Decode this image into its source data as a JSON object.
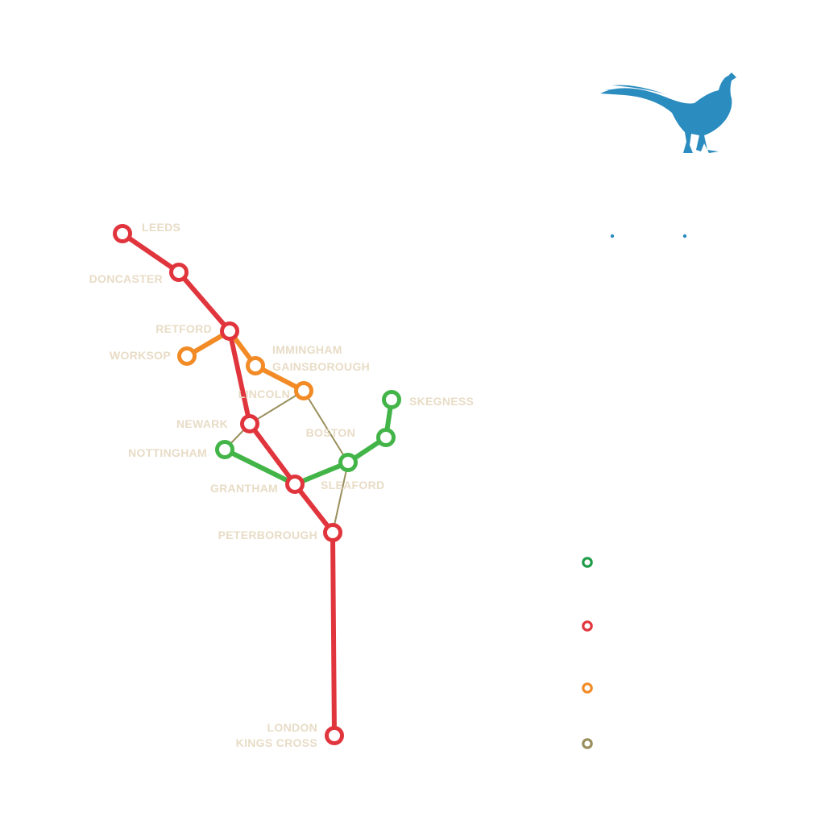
{
  "colors": {
    "background": "#ffffff",
    "label": "#e8dcc6",
    "green": "#43b548",
    "red": "#e1353d",
    "orange": "#f28b26",
    "olive": "#9a8f5c",
    "logo": "#2a8cbf"
  },
  "logo": {
    "icon": "pheasant-icon"
  },
  "stations": [
    {
      "id": "leeds",
      "name": "LEEDS"
    },
    {
      "id": "doncaster",
      "name": "DONCASTER"
    },
    {
      "id": "retford",
      "name": "RETFORD"
    },
    {
      "id": "worksop",
      "name": "WORKSOP"
    },
    {
      "id": "immingham",
      "name": "IMMINGHAM"
    },
    {
      "id": "gainsborough",
      "name": "GAINSBOROUGH"
    },
    {
      "id": "lincoln",
      "name": "LINCOLN"
    },
    {
      "id": "newark",
      "name": "NEWARK"
    },
    {
      "id": "nottingham",
      "name": "NOTTINGHAM"
    },
    {
      "id": "grantham",
      "name": "GRANTHAM"
    },
    {
      "id": "sleaford",
      "name": "SLEAFORD"
    },
    {
      "id": "boston",
      "name": "BOSTON"
    },
    {
      "id": "skegness",
      "name": "SKEGNESS"
    },
    {
      "id": "peterborough",
      "name": "PETERBOROUGH"
    },
    {
      "id": "london",
      "name": "LONDON\nKINGS CROSS"
    }
  ],
  "lines": [
    {
      "id": "red",
      "color": "#e1353d",
      "stops": [
        "leeds",
        "doncaster",
        "retford",
        "newark",
        "grantham",
        "peterborough",
        "london"
      ]
    },
    {
      "id": "orange",
      "color": "#f28b26",
      "stops": [
        "worksop",
        "retford",
        "gainsborough",
        "lincoln"
      ]
    },
    {
      "id": "green",
      "color": "#43b548",
      "stops": [
        "nottingham",
        "grantham",
        "sleaford",
        "boston",
        "skegness"
      ]
    },
    {
      "id": "olive-1",
      "color": "#9a8f5c",
      "stops": [
        "nottingham",
        "newark",
        "lincoln",
        "sleaford",
        "peterborough"
      ]
    }
  ],
  "legend": [
    {
      "color": "#1e9c4a"
    },
    {
      "color": "#e1353d"
    },
    {
      "color": "#f28b26"
    },
    {
      "color": "#9a8f5c"
    }
  ]
}
